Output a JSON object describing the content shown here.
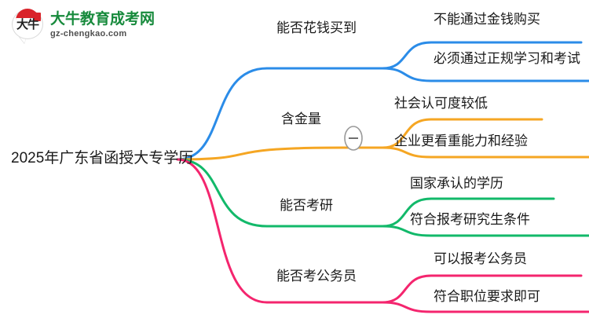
{
  "logo": {
    "mark_text": "大牛",
    "title": "大牛教育成考网",
    "subtitle": "gz-chengkao.com",
    "brand_green": "#178a3c",
    "brand_red": "#d9232a"
  },
  "mindmap": {
    "root": {
      "label": "2025年广东省函授大专学历"
    },
    "collapse_toggle": {
      "glyph": "−",
      "branch": "含金量"
    },
    "branches": [
      {
        "label": "能否花钱买到",
        "color": "#2b8ce8",
        "children": [
          {
            "label": "不能通过金钱购买"
          },
          {
            "label": "必须通过正规学习和考试"
          }
        ]
      },
      {
        "label": "含金量",
        "color": "#f5a623",
        "children": [
          {
            "label": "社会认可度较低"
          },
          {
            "label": "企业更看重能力和经验"
          }
        ]
      },
      {
        "label": "能否考研",
        "color": "#12b96a",
        "children": [
          {
            "label": "国家承认的学历"
          },
          {
            "label": "符合报考研究生条件"
          }
        ]
      },
      {
        "label": "能否考公务员",
        "color": "#f4256e",
        "children": [
          {
            "label": "可以报考公务员"
          },
          {
            "label": "符合职位要求即可"
          }
        ]
      }
    ]
  }
}
